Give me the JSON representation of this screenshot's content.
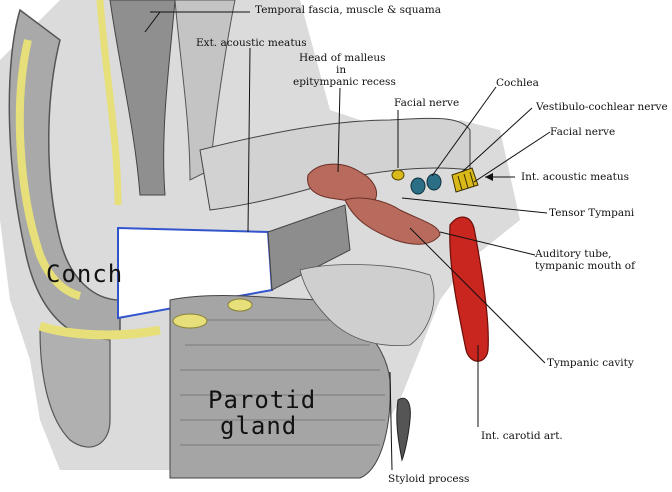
{
  "labels": {
    "temporal": "Temporal fascia, muscle & squama",
    "ext_meatus": "Ext. acoustic meatus",
    "malleus_1": "Head of malleus",
    "malleus_2": "in",
    "malleus_3": "epitympanic recess",
    "facial_nerve_upper": "Facial nerve",
    "cochlea": "Cochlea",
    "vestibulo": "Vestibulo-cochlear nerve",
    "facial_nerve_right": "Facial nerve",
    "int_meatus": "Int. acoustic meatus",
    "tensor": "Tensor Tympani",
    "auditory_1": "Auditory tube,",
    "auditory_2": "tympanic mouth of",
    "tympanic_cavity": "Tympanic cavity",
    "carotid": "Int. carotid art.",
    "styloid": "Styloid process",
    "concha": "Conch",
    "parotid_1": "Parotid",
    "parotid_2": "gland"
  },
  "colors": {
    "bone": "#c9c9c9",
    "cartilage": "#e6df7a",
    "ossicles": "#b86a5c",
    "nerve": "#d9b81a",
    "cochlea": "#2a6f86",
    "artery": "#c8261e",
    "canal": "#ffffff",
    "canal_outline": "#3355cc"
  }
}
